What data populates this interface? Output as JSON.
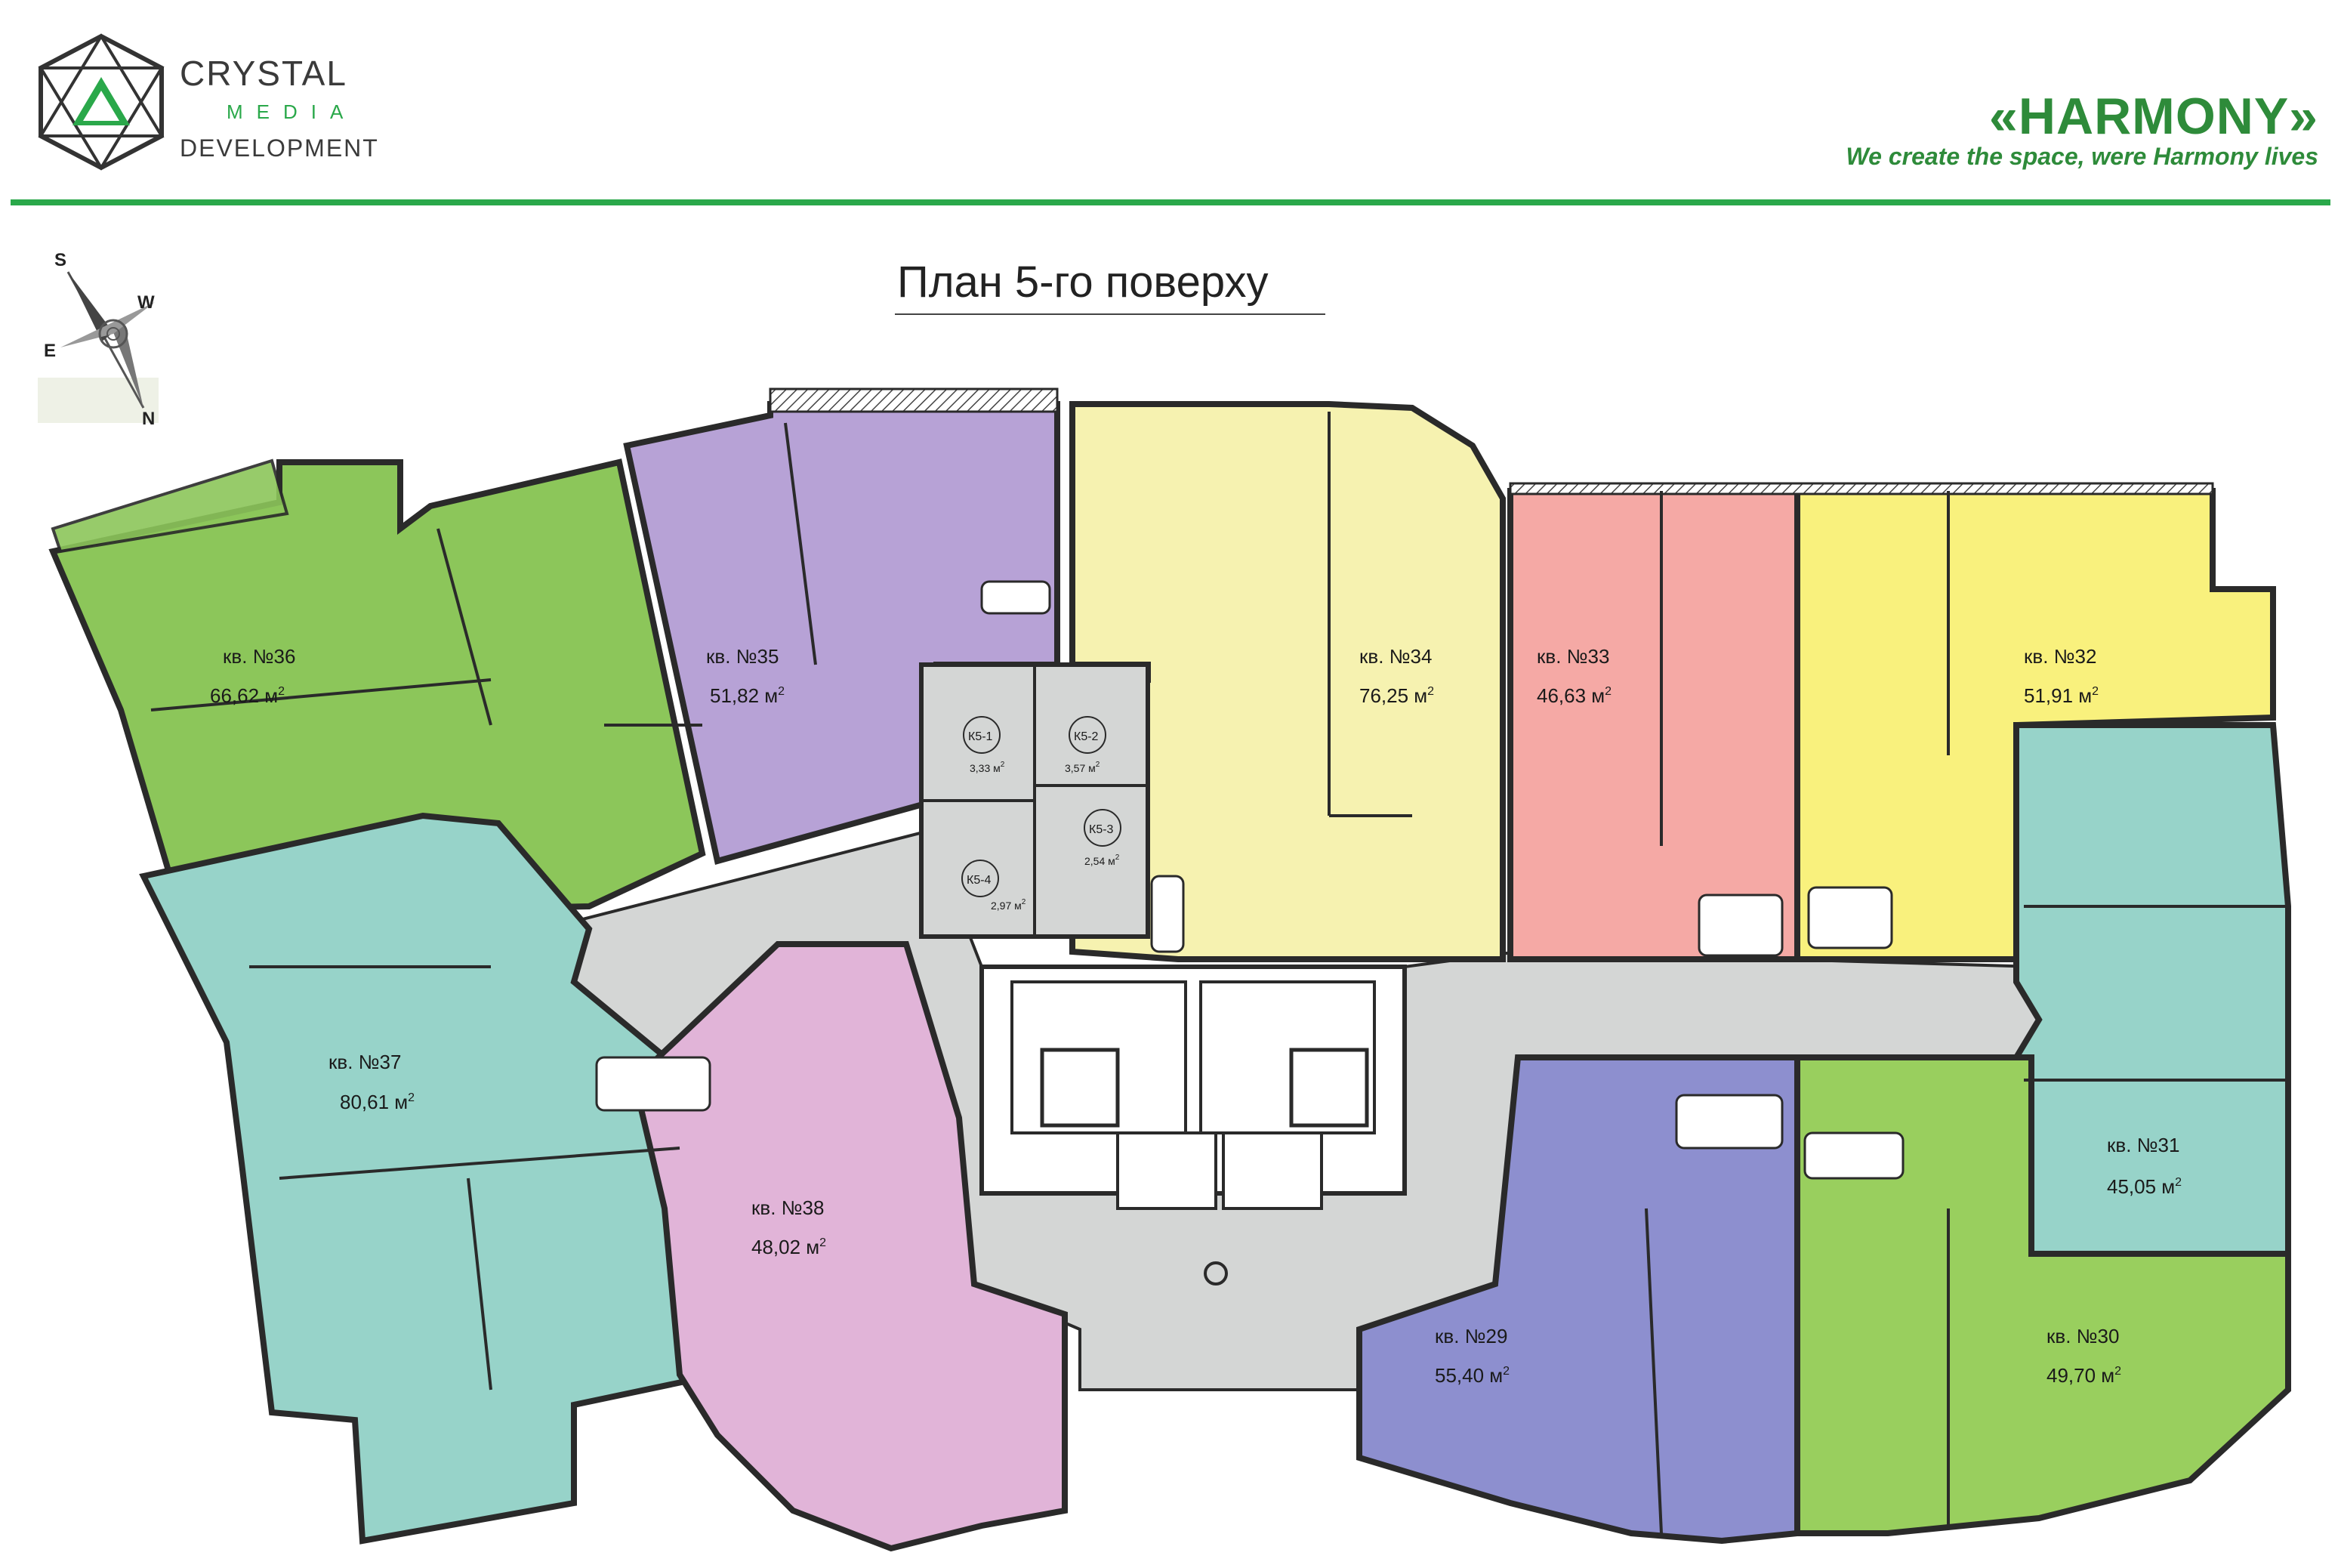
{
  "header": {
    "logo": {
      "line1": "CRYSTAL",
      "line2": "MEDIA",
      "line3": "DEVELOPMENT"
    },
    "brand": {
      "title": "«HARMONY»",
      "tagline": "We create the space, were Harmony lives"
    },
    "accent_color": "#2aa84a"
  },
  "plan": {
    "title": "План 5-го поверху",
    "compass": {
      "s": "S",
      "w": "W",
      "e": "E",
      "n": "N"
    },
    "flats": [
      {
        "id": "f36",
        "number": "кв. №36",
        "area": "66,62 м",
        "color": "#8cc65a"
      },
      {
        "id": "f35",
        "number": "кв. №35",
        "area": "51,82 м",
        "color": "#b7a2d6"
      },
      {
        "id": "f34",
        "number": "кв. №34",
        "area": "76,25 м",
        "color": "#f6f2b0"
      },
      {
        "id": "f33",
        "number": "кв. №33",
        "area": "46,63 м",
        "color": "#f5a9a5"
      },
      {
        "id": "f32",
        "number": "кв. №32",
        "area": "51,91 м",
        "color": "#f9f17d"
      },
      {
        "id": "f37",
        "number": "кв. №37",
        "area": "80,61 м",
        "color": "#97d3c9"
      },
      {
        "id": "f38",
        "number": "кв. №38",
        "area": "48,02 м",
        "color": "#e1b4d8"
      },
      {
        "id": "f31",
        "number": "кв. №31",
        "area": "45,05 м",
        "color": "#97d3c9"
      },
      {
        "id": "f29",
        "number": "кв. №29",
        "area": "55,40 м",
        "color": "#8d8fcf"
      },
      {
        "id": "f30",
        "number": "кв. №30",
        "area": "49,70 м",
        "color": "#99cf5e"
      }
    ],
    "storages": [
      {
        "id": "k51",
        "code": "К5-1",
        "area": "3,33 м"
      },
      {
        "id": "k52",
        "code": "К5-2",
        "area": "3,57 м"
      },
      {
        "id": "k53",
        "code": "К5-3",
        "area": "2,54 м"
      },
      {
        "id": "k54",
        "code": "К5-4",
        "area": "2,97 м"
      }
    ],
    "superscript": "2",
    "corridor_color": "#d4d6d5",
    "wall_color": "#2a2a2a"
  }
}
